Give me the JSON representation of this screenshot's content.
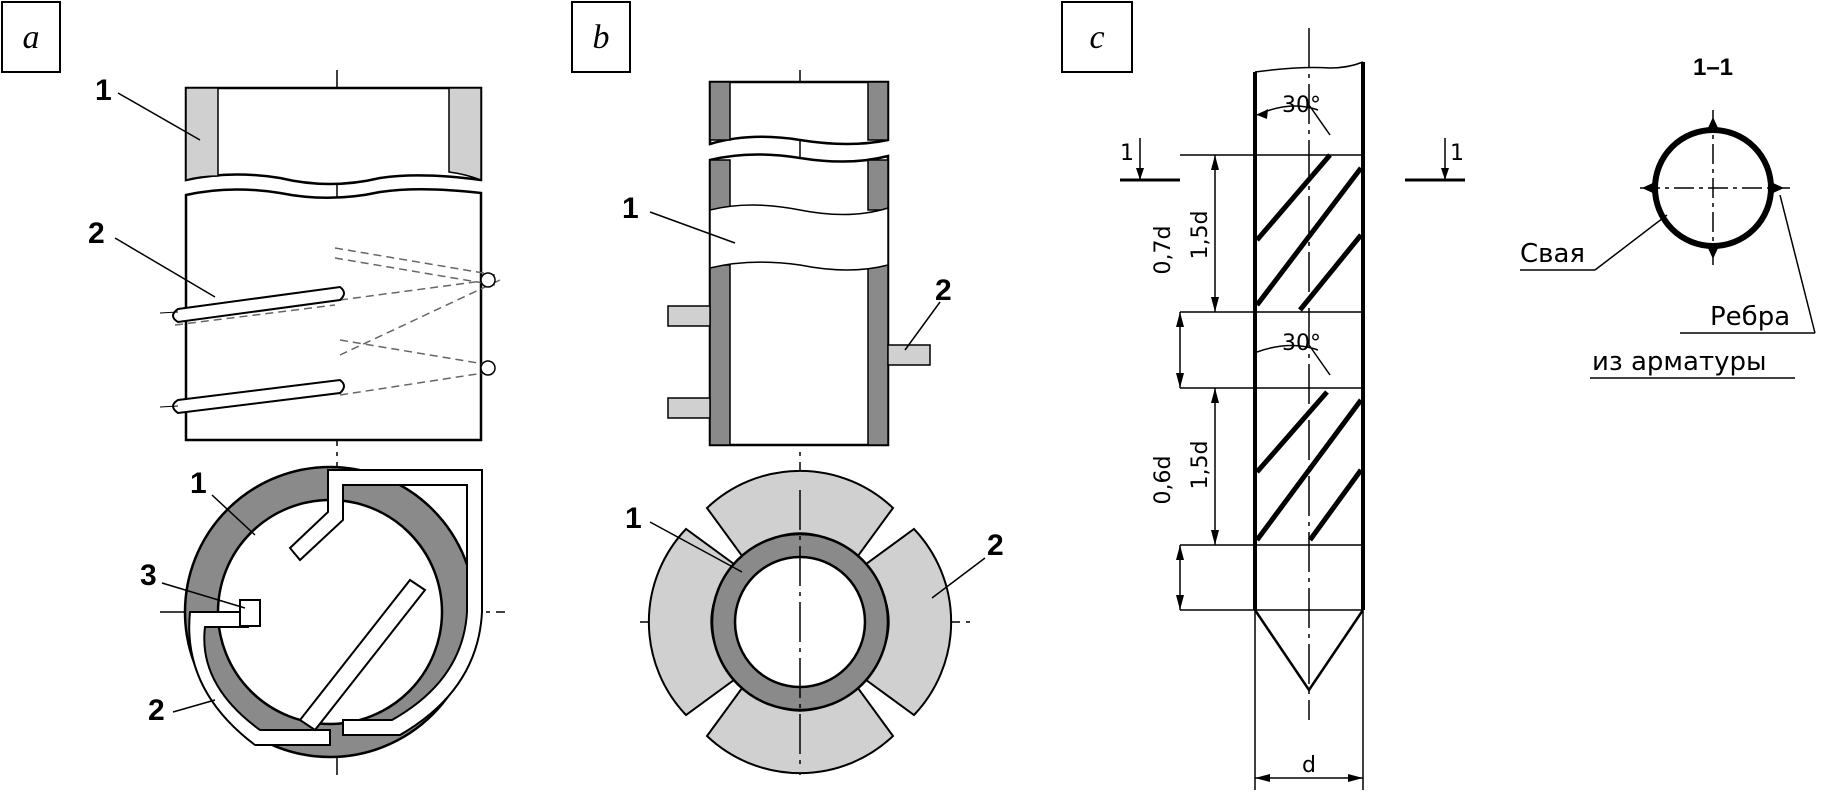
{
  "panels": {
    "a": "a",
    "b": "b",
    "c": "c"
  },
  "panel_a": {
    "n1_top": "1",
    "n2_top": "2",
    "n1_bot": "1",
    "n3_bot": "3",
    "n2_bot": "2"
  },
  "panel_b": {
    "n1_top": "1",
    "n2_top": "2",
    "n1_bot": "1",
    "n2_bot": "2"
  },
  "panel_c": {
    "angle_top": "30°",
    "angle_mid": "30°",
    "dim_07d": "0,7d",
    "dim_15d_top": "1,5d",
    "dim_06d": "0,6d",
    "dim_15d_bot": "1,5d",
    "dim_d": "d",
    "cut_left": "1",
    "cut_right": "1",
    "section_title": "1–1",
    "label_pile": "Свая",
    "label_ribs_1": "Ребра",
    "label_ribs_2": "из арматуры"
  },
  "colors": {
    "dark_gray": "#8a8a8a",
    "light_gray": "#d0d0d0",
    "line": "#000000"
  }
}
